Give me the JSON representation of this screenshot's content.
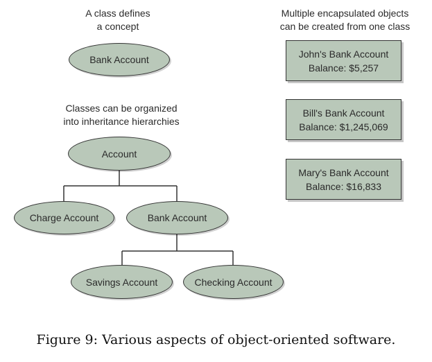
{
  "notes": {
    "class_defines": [
      "A class defines",
      "a concept"
    ],
    "multiple_objects": [
      "Multiple encapsulated objects",
      "can be created from one class"
    ],
    "hierarchies": [
      "Classes can be organized",
      "into inheritance hierarchies"
    ]
  },
  "classes": {
    "bank_account_top": "Bank Account",
    "account": "Account",
    "charge_account": "Charge Account",
    "bank_account": "Bank Account",
    "savings_account": "Savings Account",
    "checking_account": "Checking Account"
  },
  "objects": [
    {
      "name": "John's Bank Account",
      "balance": "Balance: $5,257"
    },
    {
      "name": "Bill's Bank Account",
      "balance": "Balance: $1,245,069"
    },
    {
      "name": "Mary's Bank Account",
      "balance": "Balance: $16,833"
    }
  ],
  "figure_caption": "Figure 9: Various aspects of object-oriented software.",
  "colors": {
    "shape_fill": "#b9c8b9",
    "shape_border": "#333333"
  }
}
